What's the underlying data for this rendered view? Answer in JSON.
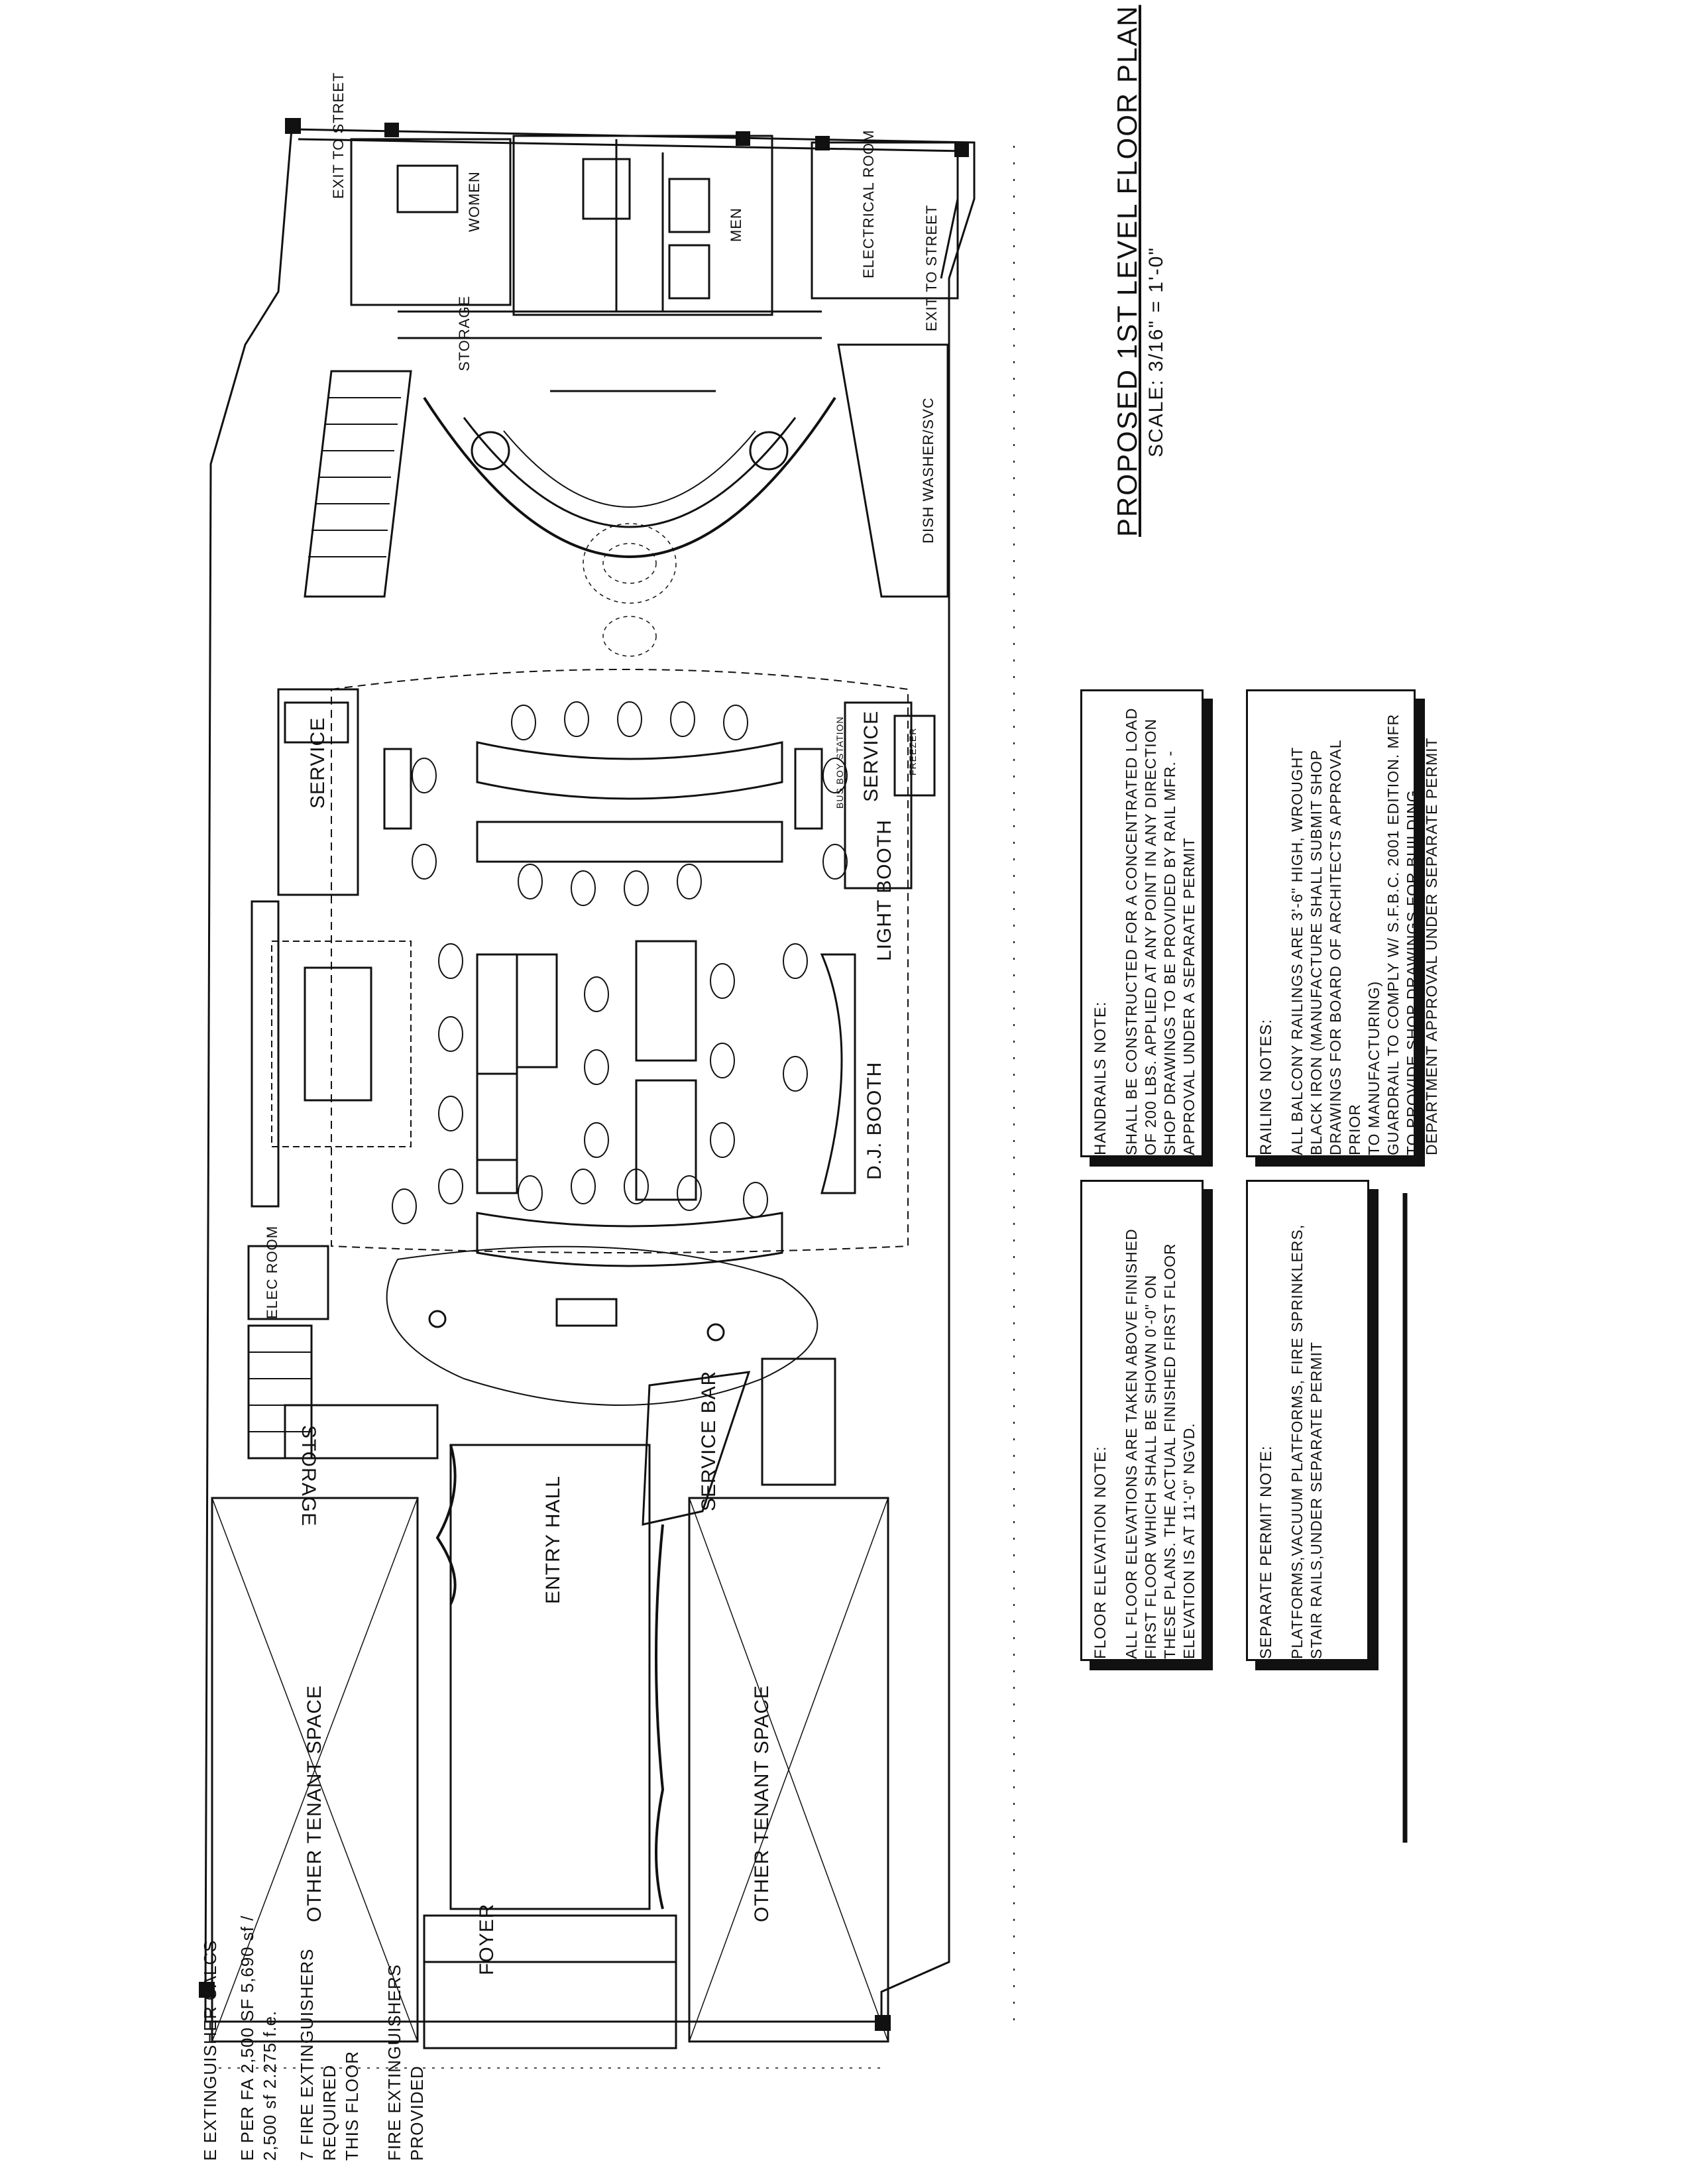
{
  "sheet": {
    "title": "PROPOSED 1ST LEVEL FLOOR PLAN",
    "scale": "SCALE: 3/16\" = 1'-0\""
  },
  "rooms": {
    "exit_to_street_top": "EXIT TO STREET",
    "women": "WOMEN",
    "men": "MEN",
    "electrical_room": "ELECTRICAL ROOM",
    "exit_to_street_right": "EXIT TO STREET",
    "storage_top": "STORAGE",
    "dish_washer": "DISH WASHER/SVC",
    "service_left": "SERVICE",
    "service_right": "SERVICE",
    "bus_boy_station": "BUS BOY STATION",
    "freezer": "FREEZER",
    "light_booth": "LIGHT BOOTH",
    "dj_booth": "D.J. BOOTH",
    "elec_room": "ELEC ROOM",
    "storage_bottom": "STORAGE",
    "service_bar": "SERVICE BAR",
    "entry_hall": "ENTRY HALL",
    "other_tenant_left": "OTHER TENANT SPACE",
    "other_tenant_right": "OTHER TENANT SPACE",
    "foyer": "FOYER"
  },
  "notes": {
    "handrails": {
      "heading": "HANDRAILS NOTE:",
      "lines": [
        "SHALL BE CONSTRUCTED FOR A CONCENTRATED LOAD",
        "OF 200 LBS. APPLIED AT ANY POINT IN ANY DIRECTION",
        "SHOP DRAWINGS TO BE PROVIDED BY RAIL MFR. -",
        "APPROVAL UNDER A SEPARATE PERMIT"
      ]
    },
    "railing": {
      "heading": "RAILING NOTES:",
      "lines": [
        "ALL BALCONY RAILINGS ARE 3'-6\" HIGH, WROUGHT",
        "BLACK IRON (MANUFACTURE SHALL SUBMIT SHOP",
        "DRAWINGS FOR BOARD OF ARCHITECTS APPROVAL PRIOR",
        "TO MANUFACTURING)",
        "GUARDRAIL TO COMPLY W/ S.F.B.C. 2001 EDITION. MFR",
        "TO PROVIDE SHOP DRAWINGS FOR BUILDING",
        "DEPARTMENT APPROVAL UNDER SEPARATE PERMIT"
      ]
    },
    "floor_elevation": {
      "heading": "FLOOR ELEVATION NOTE:",
      "lines": [
        "ALL FLOOR ELEVATIONS ARE TAKEN ABOVE FINISHED",
        "FIRST FLOOR WHICH SHALL BE SHOWN 0'-0\" ON",
        "THESE PLANS. THE ACTUAL FINISHED FIRST FLOOR",
        "ELEVATION IS AT 11'-0\" NGVD."
      ]
    },
    "separate_permit": {
      "heading": "SEPARATE PERMIT NOTE:",
      "lines": [
        "PLATFORMS,VACUUM PLATFORMS, FIRE SPRINKLERS,",
        "STAIR RAILS,UNDER SEPARATE PERMIT"
      ]
    }
  },
  "extinguisher_calcs": {
    "lines": [
      "E EXTINGUISHER CALCS",
      "E PER FA 2,500 SF  5,690 sf / 2,500 sf  2.275 f.e.",
      "7 FIRE EXTINGUISHERS REQUIRED",
      "THIS FLOOR",
      "FIRE EXTINGUISHERS PROVIDED"
    ]
  }
}
